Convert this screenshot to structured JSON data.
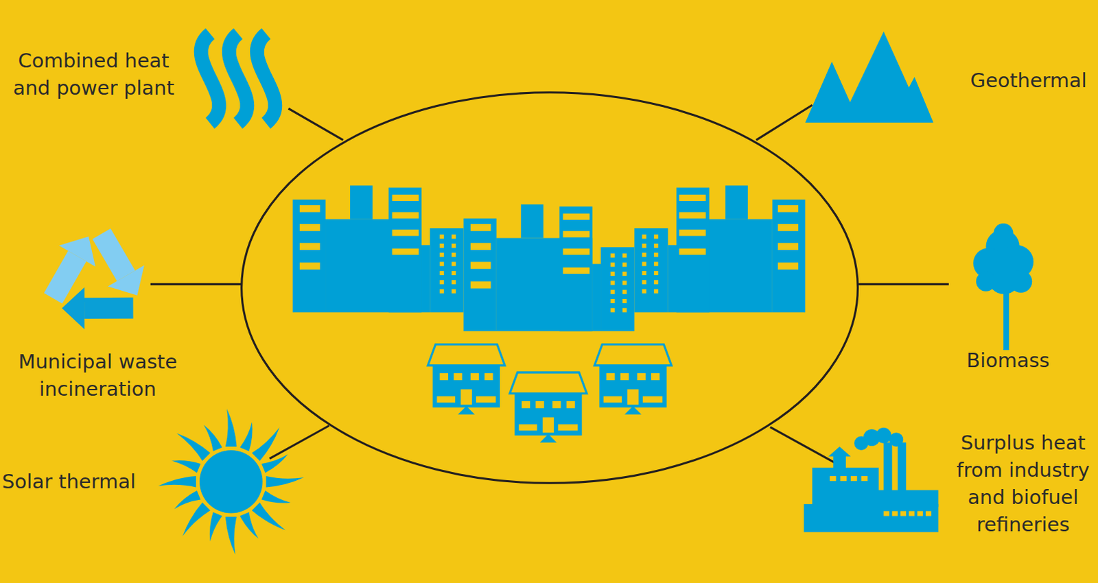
{
  "diagram": {
    "labels": [
      "Combined heat and power plant",
      "Geothermal",
      "Municipal waste incineration",
      "Biomass",
      "Solar thermal",
      "Surplus heat from industry and biofuel refineries"
    ]
  }
}
